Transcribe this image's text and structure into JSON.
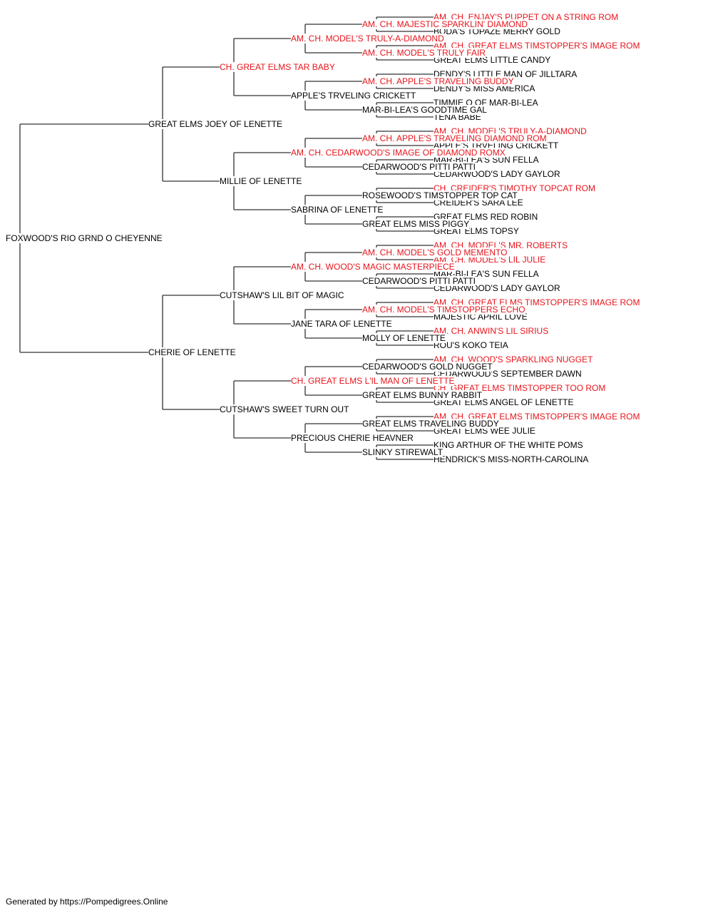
{
  "pedigree": {
    "name": "FOXWOOD'S RIO GRND O CHEYENNE",
    "champion": false,
    "sire": {
      "name": "GREAT ELMS JOEY OF LENETTE",
      "champion": false,
      "sire": {
        "name": "CH. GREAT ELMS TAR BABY",
        "champion": true,
        "sire": {
          "name": "AM. CH. MODEL'S TRULY-A-DIAMOND",
          "champion": true,
          "sire": {
            "name": "AM. CH. MAJESTIC SPARKLIN' DIAMOND",
            "champion": true,
            "sire": {
              "name": "AM. CH. ENJAY'S PUPPET ON A STRING ROM",
              "champion": true
            },
            "dam": {
              "name": "BODA'S TOPAZE MERRY GOLD",
              "champion": false
            }
          },
          "dam": {
            "name": "AM. CH. MODEL'S TRULY FAIR",
            "champion": true,
            "sire": {
              "name": "AM. CH. GREAT ELMS TIMSTOPPER'S IMAGE ROM",
              "champion": true
            },
            "dam": {
              "name": "GREAT ELMS LITTLE CANDY",
              "champion": false
            }
          }
        },
        "dam": {
          "name": "APPLE'S TRVELING CRICKETT",
          "champion": false,
          "sire": {
            "name": "AM. CH. APPLE'S TRAVELING BUDDY",
            "champion": true,
            "sire": {
              "name": "DENDY'S LITTLE MAN OF JILLTARA",
              "champion": false
            },
            "dam": {
              "name": "DENDY'S MISS AMERICA",
              "champion": false
            }
          },
          "dam": {
            "name": "MAR-BI-LEA'S GOODTIME GAL",
            "champion": false,
            "sire": {
              "name": "TIMMIE O OF MAR-BI-LEA",
              "champion": false
            },
            "dam": {
              "name": "TENA BABE",
              "champion": false
            }
          }
        }
      },
      "dam": {
        "name": "MILLIE OF LENETTE",
        "champion": false,
        "sire": {
          "name": "AM. CH. CEDARWOOD'S IMAGE OF DIAMOND ROMX",
          "champion": true,
          "sire": {
            "name": "AM. CH. APPLE'S TRAVELING DIAMOND ROM",
            "champion": true,
            "sire": {
              "name": "AM. CH. MODEL'S TRULY-A-DIAMOND",
              "champion": true
            },
            "dam": {
              "name": "APPLE'S TRVELING CRICKETT",
              "champion": false
            }
          },
          "dam": {
            "name": "CEDARWOOD'S PITTI PATTI",
            "champion": false,
            "sire": {
              "name": "MAR-BI-LEA'S SUN FELLA",
              "champion": false
            },
            "dam": {
              "name": "CEDARWOOD'S LADY GAYLOR",
              "champion": false
            }
          }
        },
        "dam": {
          "name": "SABRINA OF LENETTE",
          "champion": false,
          "sire": {
            "name": "ROSEWOOD'S TIMSTOPPER TOP CAT",
            "champion": false,
            "sire": {
              "name": "CH. CREIDER'S TIMOTHY TOPCAT ROM",
              "champion": true
            },
            "dam": {
              "name": "CREIDER'S SARA LEE",
              "champion": false
            }
          },
          "dam": {
            "name": "GREAT ELMS MISS PIGGY",
            "champion": false,
            "sire": {
              "name": "GREAT ELMS RED ROBIN",
              "champion": false
            },
            "dam": {
              "name": "GREAT ELMS TOPSY",
              "champion": false
            }
          }
        }
      }
    },
    "dam": {
      "name": "CHERIE OF LENETTE",
      "champion": false,
      "sire": {
        "name": "CUTSHAW'S LIL BIT OF MAGIC",
        "champion": false,
        "sire": {
          "name": "AM. CH. WOOD'S MAGIC MASTERPIECE",
          "champion": true,
          "sire": {
            "name": "AM. CH. MODEL'S GOLD MEMENTO",
            "champion": true,
            "sire": {
              "name": "AM. CH. MODEL'S MR. ROBERTS",
              "champion": true
            },
            "dam": {
              "name": "AM. CH. MODEL'S LIL JULIE",
              "champion": true
            }
          },
          "dam": {
            "name": "CEDARWOOD'S PITTI PATTI",
            "champion": false,
            "sire": {
              "name": "MAR-BI-LEA'S SUN FELLA",
              "champion": false
            },
            "dam": {
              "name": "CEDARWOOD'S LADY GAYLOR",
              "champion": false
            }
          }
        },
        "dam": {
          "name": "JANE TARA OF LENETTE",
          "champion": false,
          "sire": {
            "name": "AM. CH. MODEL'S TIMSTOPPERS ECHO",
            "champion": true,
            "sire": {
              "name": "AM. CH. GREAT ELMS TIMSTOPPER'S IMAGE ROM",
              "champion": true
            },
            "dam": {
              "name": "MAJESTIC APRIL LOVE",
              "champion": false
            }
          },
          "dam": {
            "name": "MOLLY OF LENETTE",
            "champion": false,
            "sire": {
              "name": "AM. CH. ANWIN'S LIL SIRIUS",
              "champion": true
            },
            "dam": {
              "name": "ROU'S KOKO TEIA",
              "champion": false
            }
          }
        }
      },
      "dam": {
        "name": "CUTSHAW'S SWEET TURN OUT",
        "champion": false,
        "sire": {
          "name": "CH. GREAT ELMS L'IL MAN OF LENETTE",
          "champion": true,
          "sire": {
            "name": "CEDARWOOD'S GOLD NUGGET",
            "champion": false,
            "sire": {
              "name": "AM. CH. WOOD'S SPARKLING NUGGET",
              "champion": true
            },
            "dam": {
              "name": "CEDARWOOD'S SEPTEMBER DAWN",
              "champion": false
            }
          },
          "dam": {
            "name": "GREAT ELMS BUNNY RABBIT",
            "champion": false,
            "sire": {
              "name": "CH. GREAT ELMS TIMSTOPPER TOO ROM",
              "champion": true
            },
            "dam": {
              "name": "GREAT ELMS ANGEL OF LENETTE",
              "champion": false
            }
          }
        },
        "dam": {
          "name": "PRECIOUS CHERIE HEAVNER",
          "champion": false,
          "sire": {
            "name": "GREAT ELMS TRAVELING BUDDY",
            "champion": false,
            "sire": {
              "name": "AM. CH. GREAT ELMS TIMSTOPPER'S IMAGE ROM",
              "champion": true
            },
            "dam": {
              "name": "GREAT ELMS WEE JULIE",
              "champion": false
            }
          },
          "dam": {
            "name": "SLINKY STIREWALT",
            "champion": false,
            "sire": {
              "name": "KING ARTHUR OF THE WHITE POMS",
              "champion": false
            },
            "dam": {
              "name": "HENDRICK'S MISS-NORTH-CAROLINA",
              "champion": false
            }
          }
        }
      }
    }
  },
  "colors": {
    "champion": "#e8141b",
    "regular": "#000000",
    "line": "#333333"
  },
  "footer": {
    "text": "Generated by https://Pompedigrees.Online"
  }
}
